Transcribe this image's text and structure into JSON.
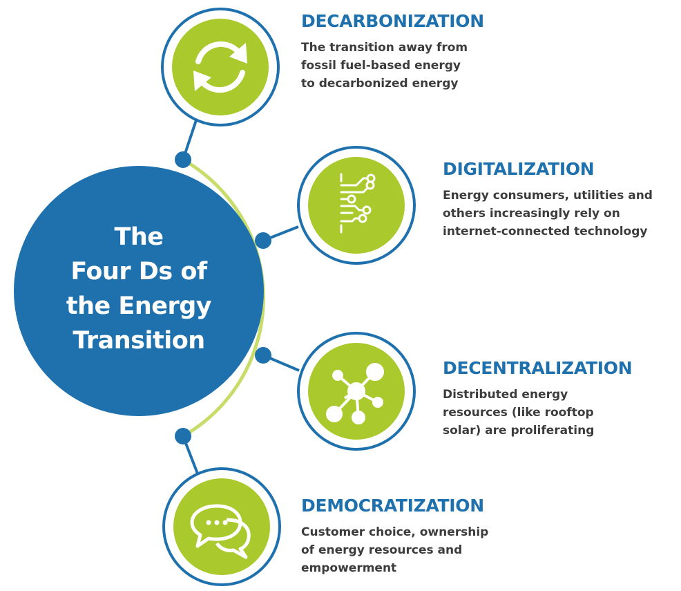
{
  "hub": {
    "title_lines": [
      "The",
      "Four Ds of",
      "the Energy",
      "Transition"
    ]
  },
  "items": [
    {
      "title": "DECARBONIZATION",
      "icon": "recycle-arrows-icon",
      "desc_lines": [
        "The transition away from",
        "fossil fuel-based energy",
        "to decarbonized energy"
      ]
    },
    {
      "title": "DIGITALIZATION",
      "icon": "circuit-icon",
      "desc_lines": [
        "Energy consumers, utilities and",
        "others increasingly rely on",
        "internet-connected technology"
      ]
    },
    {
      "title": "DECENTRALIZATION",
      "icon": "network-nodes-icon",
      "desc_lines": [
        "Distributed energy",
        "resources (like rooftop",
        "solar) are proliferating"
      ]
    },
    {
      "title": "DEMOCRATIZATION",
      "icon": "chat-bubbles-icon",
      "desc_lines": [
        "Customer choice, ownership",
        "of energy resources and",
        "empowerment"
      ]
    }
  ],
  "colors": {
    "primary_blue": "#1f71ae",
    "accent_green": "#a9c92d",
    "arc_green": "#c8dc6a",
    "text_dark": "#3c3c3c"
  }
}
